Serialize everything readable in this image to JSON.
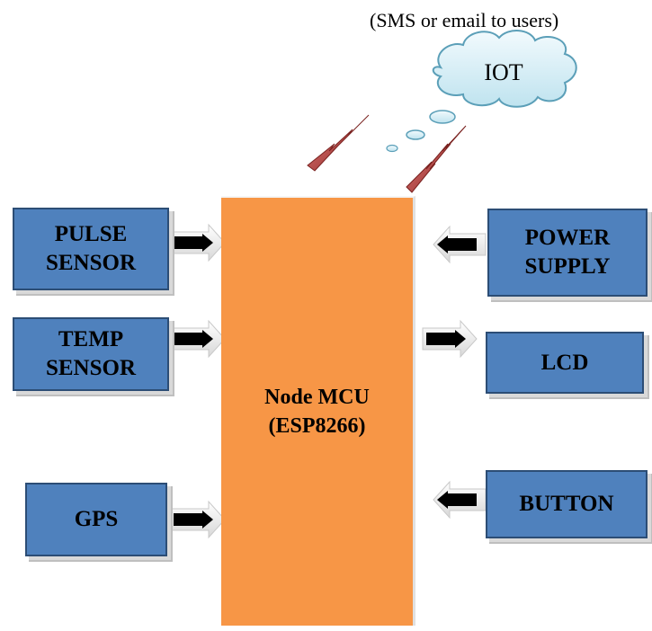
{
  "caption": "(SMS or email to users)",
  "cloud_label": "IOT",
  "controller": {
    "line1": "Node MCU",
    "line2": "(ESP8266)"
  },
  "inputs_left": [
    {
      "line1": "PULSE",
      "line2": "SENSOR"
    },
    {
      "line1": "TEMP",
      "line2": "SENSOR"
    },
    {
      "line1": "GPS",
      "line2": ""
    }
  ],
  "inputs_right": [
    {
      "line1": "POWER",
      "line2": "SUPPLY"
    },
    {
      "line1": "BUTTON",
      "line2": ""
    }
  ],
  "outputs_right": [
    {
      "line1": "LCD",
      "line2": ""
    }
  ],
  "colors": {
    "block": "#4f81bd",
    "controller": "#f79646",
    "cloud": "#dbeef4",
    "signal": "#c0504d"
  }
}
